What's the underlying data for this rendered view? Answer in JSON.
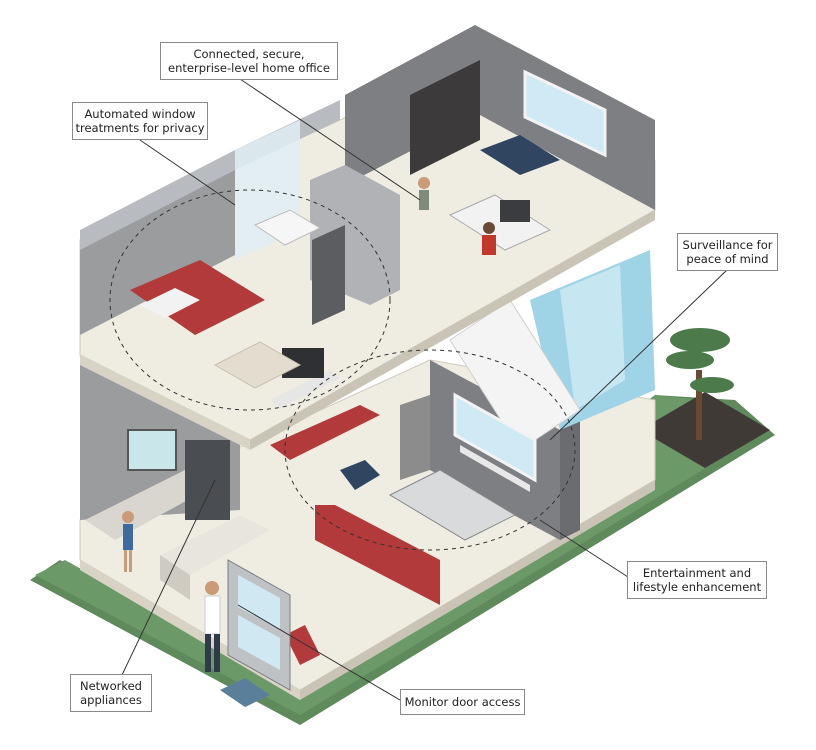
{
  "callouts": {
    "office": {
      "line1": "Connected, secure,",
      "line2": "enterprise-level home office"
    },
    "windows": {
      "line1": "Automated window",
      "line2": "treatments for privacy"
    },
    "surveillance": {
      "line1": "Surveillance for",
      "line2": "peace of mind"
    },
    "entertainment": {
      "line1": "Entertainment and",
      "line2": "lifestyle enhancement"
    },
    "appliances": {
      "line1": "Networked",
      "line2": "appliances"
    },
    "door": {
      "line1": "Monitor door access"
    }
  },
  "colors": {
    "lawn": "#5e8a5c",
    "floor": "#efece2",
    "wall_gray": "#7d7f82",
    "sofa_red": "#b23a3a",
    "water": "#9fd3e6"
  }
}
